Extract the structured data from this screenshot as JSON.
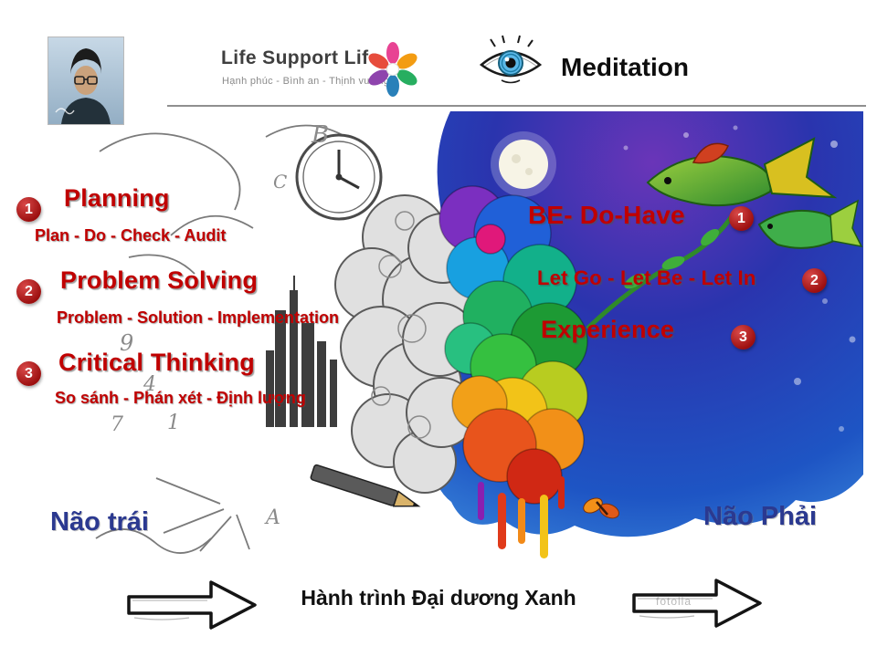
{
  "header": {
    "brand_title": "Life Support Life",
    "brand_tagline": "Hạnh phúc - Bình an - Thịnh vượng",
    "meditation_label": "Meditation"
  },
  "left_brain": {
    "caption": "Não trái",
    "items": [
      {
        "number": "1",
        "title": "Planning",
        "subtitle": "Plan - Do - Check - Audit"
      },
      {
        "number": "2",
        "title": "Problem Solving",
        "subtitle": "Problem - Solution - Implementation"
      },
      {
        "number": "3",
        "title": "Critical Thinking",
        "subtitle": "So sánh - Phán xét - Định lượng"
      }
    ]
  },
  "right_brain": {
    "caption": "Não Phải",
    "items": [
      {
        "number": "1",
        "title": "BE- Do-Have"
      },
      {
        "number": "2",
        "title": "Let Go - Let Be - Let In"
      },
      {
        "number": "3",
        "title": "Experience"
      }
    ]
  },
  "footer": {
    "caption": "Hành trình Đại dương Xanh",
    "watermark": "fotolia"
  },
  "artwork": {
    "sketch_glyphs": [
      "B",
      "C",
      "9",
      "4",
      "7",
      "1",
      "A"
    ]
  },
  "colors": {
    "accent_red": "#c00000",
    "caption_blue": "#2b3990",
    "night_blue": "#2a34ae"
  }
}
